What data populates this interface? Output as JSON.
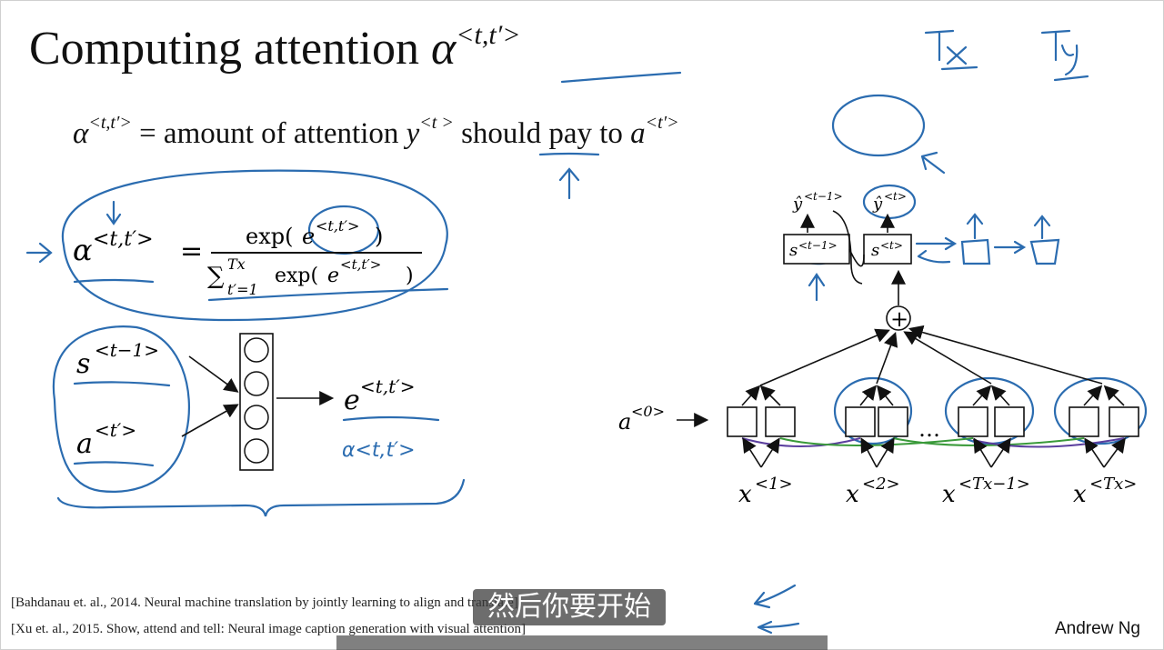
{
  "title": {
    "text": "Computing attention ",
    "symbol": "α",
    "superscript": "<t,t′>"
  },
  "definition": {
    "lhs_symbol": "α",
    "lhs_sup": "<t,t′>",
    "text": " = amount of attention ",
    "y_symbol": "y",
    "y_sup": "<t >",
    "text2": " should pay to ",
    "a_symbol": "a",
    "a_sup": "<t′>"
  },
  "handwritten": {
    "tx": "Tx",
    "ty": "Ty",
    "alpha_note": "α<t,t′>"
  },
  "equation": {
    "lhs": "α",
    "lhs_sup": "<t,t′>",
    "equals": "=",
    "numerator_func": "exp(",
    "numerator_var": "e",
    "numerator_sup": "<t,t′>",
    "numerator_close": ")",
    "sum_symbol": "∑",
    "sum_upper": "Tx",
    "sum_lower": "t′=1",
    "denominator_func": "exp(",
    "denominator_var": "e",
    "denominator_sup": "<t,t′>",
    "denominator_close": ")"
  },
  "small_net": {
    "input1": "s",
    "input1_sup": "<t−1>",
    "input2": "a",
    "input2_sup": "<t′>",
    "output": "e",
    "output_sup": "<t,t′>"
  },
  "diagram": {
    "a0": "a",
    "a0_sup": "<0>",
    "x_labels": [
      {
        "var": "x",
        "sup": "<1>"
      },
      {
        "var": "x",
        "sup": "<2>"
      },
      {
        "var": "x",
        "sup": "<Tx−1>"
      },
      {
        "var": "x",
        "sup": "<Tx>"
      }
    ],
    "ellipsis": "…",
    "s_prev": "s",
    "s_prev_sup": "<t−1>",
    "s_curr": "s",
    "s_curr_sup": "<t>",
    "yhat_prev": "ŷ",
    "yhat_prev_sup": "<t−1>",
    "yhat_curr": "ŷ",
    "yhat_curr_sup": "<t>",
    "plus": "+"
  },
  "references": [
    "[Bahdanau et. al., 2014. Neural machine translation by jointly learning to align and translate]",
    "[Xu et. al., 2015. Show, attend and tell: Neural image caption generation with visual attention]"
  ],
  "subtitle": "然后你要开始",
  "author": "Andrew Ng",
  "colors": {
    "ink": "#2b6cb0",
    "green": "#3a9a3a",
    "purple": "#5b3f9e",
    "black": "#111111"
  }
}
